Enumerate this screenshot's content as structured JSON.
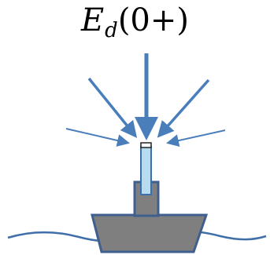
{
  "figure": {
    "label": {
      "symbol": "E",
      "subscript": "d",
      "argument": "(0+)"
    }
  },
  "colors": {
    "arrow": "#4a7ebb",
    "sensor_fill": "#b7dcef",
    "sensor_stroke": "#3f6fa8",
    "housing_fill": "#7f7f7f",
    "hull_fill": "#7f7f7f",
    "outline": "#3f5f8f",
    "water": "#3f6fa8",
    "label_text": "#000000"
  }
}
